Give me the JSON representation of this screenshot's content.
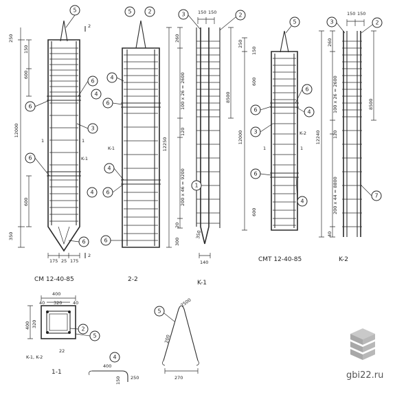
{
  "title_labels": {
    "cm": "СМ 12-40-85",
    "section22": "2-2",
    "k1_caption": "K-1",
    "smt": "СМТ 12-40-85",
    "k2_caption": "K-2",
    "section11": "1-1",
    "k1k2": "K-1, K-2"
  },
  "dims": {
    "len12000": "12000",
    "d250": "250",
    "d150": "150",
    "d600": "600",
    "d350": "350",
    "d175": "175",
    "d25": "25",
    "d12250": "12250",
    "d260": "260",
    "d100x26": "100 x 26 = 2600",
    "d8500": "8500",
    "d120": "120",
    "d200x46": "200 x 46 = 9200",
    "d20": "20",
    "d300": "300",
    "d140": "140",
    "d12240": "12240",
    "d200x44": "200 x 44 = 8800",
    "d150b": "150",
    "d400": "400",
    "d40": "40",
    "d320": "320",
    "d22": "22",
    "d270": "270",
    "d200": "200",
    "d2500": "2500",
    "d250b": "250",
    "d4004": "400",
    "sec2": "2",
    "sec1": "1"
  },
  "tags": [
    "1",
    "2",
    "3",
    "4",
    "5",
    "6",
    "7"
  ],
  "watermark": "gbi22.ru"
}
